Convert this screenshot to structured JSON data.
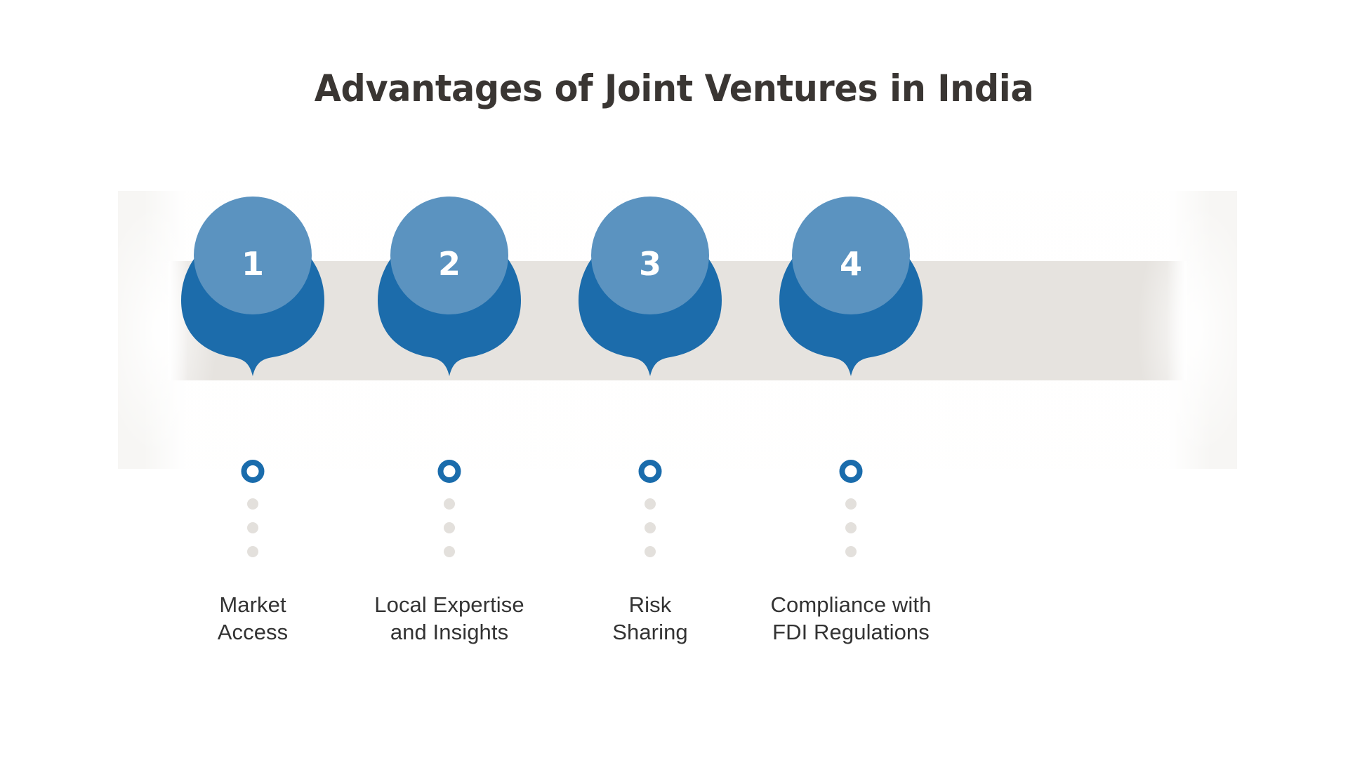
{
  "page": {
    "title": "Advantages of Joint Ventures in India",
    "background_color": "#ffffff",
    "title_color": "#3a3633"
  },
  "theme": {
    "pin_dark_blue": "#1c6cab",
    "pin_light_blue": "#5b93c0",
    "ring_blue": "#1a6cac",
    "dot_gray": "#e3e0dc",
    "band_gray": "#e6e3df",
    "panel_light": "#f7f6f4",
    "label_color": "#333333",
    "number_color": "#ffffff"
  },
  "chart_data": {
    "type": "table",
    "title": "Advantages of Joint Ventures in India",
    "categories": [
      "1",
      "2",
      "3",
      "4"
    ],
    "labels": [
      "Market\nAccess",
      "Local Expertise\nand Insights",
      "Risk\nSharing",
      "Compliance with\nFDI Regulations"
    ]
  },
  "items": [
    {
      "number": "1",
      "label": "Market\nAccess",
      "label_line1": "Market",
      "label_line2": "Access",
      "marker_icon": "map-pin-icon",
      "indicator_icon": "ring-indicator-icon",
      "dots": 3
    },
    {
      "number": "2",
      "label": "Local Expertise\nand Insights",
      "label_line1": "Local Expertise",
      "label_line2": "and Insights",
      "marker_icon": "map-pin-icon",
      "indicator_icon": "ring-indicator-icon",
      "dots": 3
    },
    {
      "number": "3",
      "label": "Risk\nSharing",
      "label_line1": "Risk",
      "label_line2": "Sharing",
      "marker_icon": "map-pin-icon",
      "indicator_icon": "ring-indicator-icon",
      "dots": 3
    },
    {
      "number": "4",
      "label": "Compliance with\nFDI Regulations",
      "label_line1": "Compliance with",
      "label_line2": "FDI Regulations",
      "marker_icon": "map-pin-icon",
      "indicator_icon": "ring-indicator-icon",
      "dots": 3
    }
  ]
}
